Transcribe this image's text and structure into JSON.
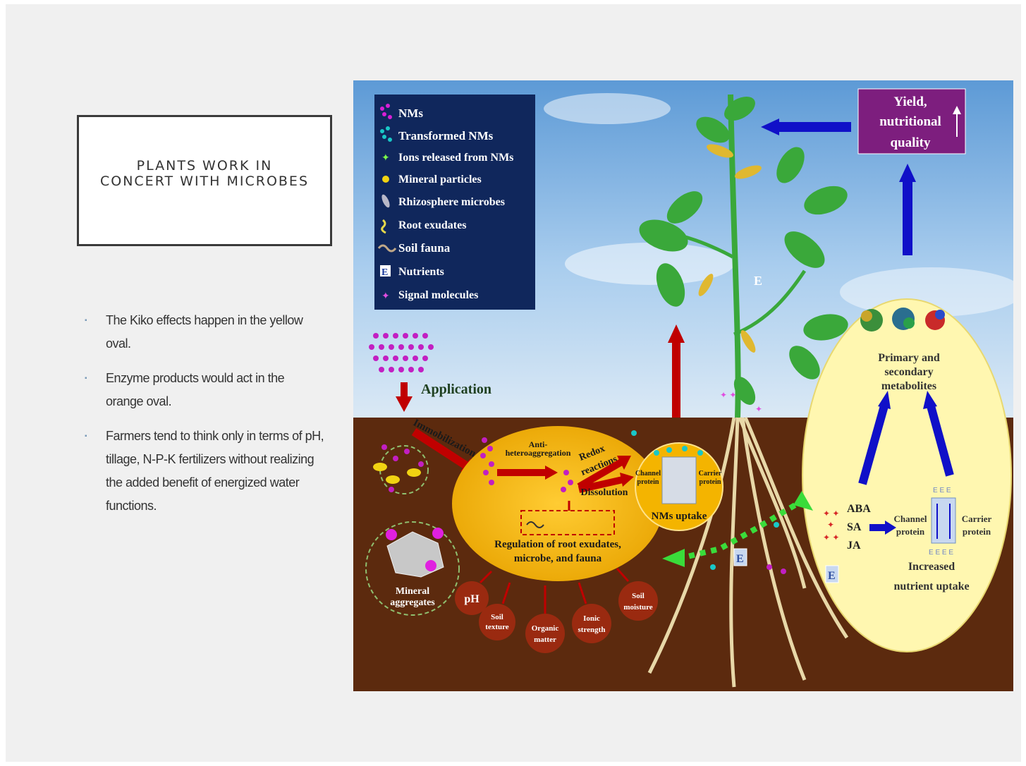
{
  "title": "PLANTS WORK IN CONCERT WITH MICROBES",
  "title_lines": [
    "PLANTS WORK IN",
    "CONCERT WITH MICROBES"
  ],
  "bullets": [
    "The Kiko effects happen in the yellow oval.",
    "Enzyme products would act in the orange oval.",
    "Farmers tend to think only in terms of pH, tillage, N-P-K fertilizers without realizing the added benefit of energized water functions."
  ],
  "figure": {
    "legend": [
      {
        "label": "NMs",
        "icon": "nm-dots-icon"
      },
      {
        "label": "Transformed NMs",
        "icon": "transformed-nm-icon"
      },
      {
        "label": "Ions released from NMs",
        "icon": "ion-icon"
      },
      {
        "label": "Mineral particles",
        "icon": "mineral-particle-icon"
      },
      {
        "label": "Rhizosphere microbes",
        "icon": "microbe-icon"
      },
      {
        "label": "Root exudates",
        "icon": "root-exudate-icon"
      },
      {
        "label": "Soil fauna",
        "icon": "soil-fauna-icon"
      },
      {
        "label": "Nutrients",
        "icon": "nutrient-e-icon"
      },
      {
        "label": "Signal molecules",
        "icon": "signal-molecule-icon"
      }
    ],
    "yield_lines": [
      "Yield,",
      "nutritional",
      "quality"
    ],
    "application": "Application",
    "immobilization": "Immobilization",
    "anti_lines": [
      "Anti-",
      "heteroaggregation"
    ],
    "redox_lines": [
      "Redox",
      "reactions"
    ],
    "dissolution": "Dissolution",
    "channel_lines": [
      "Channel",
      "protein"
    ],
    "carrier_lines": [
      "Carrier",
      "protein"
    ],
    "nms_uptake": "NMs uptake",
    "regulation_lines": [
      "Regulation of root exudates,",
      "microbe, and fauna"
    ],
    "mineral_lines": [
      "Mineral",
      "aggregates"
    ],
    "factors": [
      {
        "lines": [
          "pH"
        ]
      },
      {
        "lines": [
          "Soil",
          "texture"
        ]
      },
      {
        "lines": [
          "Organic",
          "matter"
        ]
      },
      {
        "lines": [
          "Ionic",
          "strength"
        ]
      },
      {
        "lines": [
          "Soil",
          "moisture"
        ]
      }
    ],
    "metabolites_lines": [
      "Primary and",
      "secondary",
      "metabolites"
    ],
    "hormones": [
      "ABA",
      "SA",
      "JA"
    ],
    "increased_lines": [
      "Increased",
      "nutrient uptake"
    ],
    "nutrient_letter": "E",
    "colors": {
      "sky_top": "#6fa8dc",
      "soil": "#5c2a0e",
      "legend_bg": "#10275c",
      "orange_oval": "#f4b400",
      "yellow_oval": "#fff7b0",
      "yield_box": "#7d1e7e",
      "blue_arrow": "#1010c8",
      "red_arrow": "#c00000",
      "leaf": "#3aa83a"
    }
  }
}
